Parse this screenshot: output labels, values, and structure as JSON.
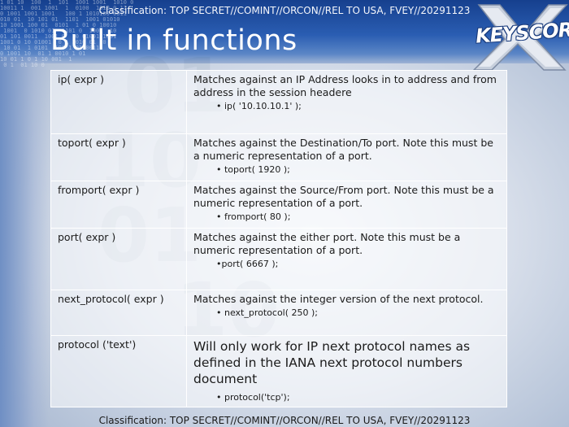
{
  "classification": {
    "top": "Classification: TOP SECRET//COMINT//ORCON//REL TO USA, FVEY//20291123",
    "bottom": "Classification: TOP SECRET//COMINT//ORCON//REL TO USA, FVEY//20291123"
  },
  "title": "Built in functions",
  "logo": {
    "text": "KEYSCORE"
  },
  "functions": [
    {
      "name": "ip( expr )",
      "description": "Matches against an IP Address looks in to address and from address in the session headere",
      "example": "• ip( '10.10.10.1' );"
    },
    {
      "name": "toport( expr )",
      "description": "Matches against the Destination/To port.  Note this must be a numeric representation of a port.",
      "example": "• toport( 1920 );"
    },
    {
      "name": "fromport( expr )",
      "description": "Matches against the Source/From port.  Note this must be a numeric representation of a port.",
      "example": "• fromport( 80 );"
    },
    {
      "name": "port( expr )",
      "description": "Matches against the either port.  Note this must be a numeric representation of a port.",
      "example": "•port( 6667 );"
    },
    {
      "name": "next_protocol( expr )",
      "description": "Matches against the integer version of the next protocol.",
      "example": "• next_protocol( 250 );"
    },
    {
      "name": "protocol ('text')",
      "description": "Will only work for IP next protocol names as defined in the IANA next protocol numbers document",
      "example": "• protocol('tcp');"
    }
  ]
}
